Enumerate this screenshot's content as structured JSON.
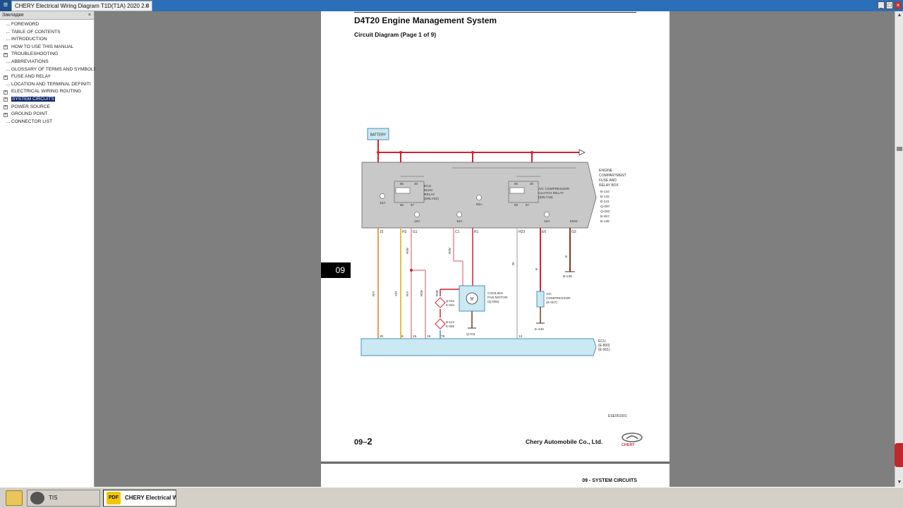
{
  "window": {
    "menu_icon": "menu-icon",
    "tab_title": "CHERY Electrical Wiring Diagram T1D(T1A) 2020 2.0",
    "tab_close": "×",
    "min": "_",
    "max": "□",
    "close": "×"
  },
  "bookmarks": {
    "header": "Закладки",
    "close": "×",
    "items": [
      {
        "label": "FOREWORD",
        "expandable": false
      },
      {
        "label": "TABLE OF CONTENTS",
        "expandable": false
      },
      {
        "label": "INTRODUCTION",
        "expandable": false
      },
      {
        "label": "HOW TO USE THIS MANUAL",
        "expandable": true
      },
      {
        "label": "TROUBLESHOOTING",
        "expandable": true
      },
      {
        "label": "ABBREVIATIONS",
        "expandable": false
      },
      {
        "label": "GLOSSARY OF TERMS AND SYMBOLS",
        "expandable": false
      },
      {
        "label": "FUSE AND RELAY",
        "expandable": true
      },
      {
        "label": "LOCATION AND TERMINAL DEFINITI",
        "expandable": false
      },
      {
        "label": "ELECTRICAL WIRING ROUTING",
        "expandable": true
      },
      {
        "label": "SYSTEM CIRCUITS",
        "expandable": true,
        "selected": true
      },
      {
        "label": "POWER SOURCE",
        "expandable": true
      },
      {
        "label": "GROUND POINT",
        "expandable": true
      },
      {
        "label": "CONNECTOR LIST",
        "expandable": false
      }
    ]
  },
  "page": {
    "title": "D4T20 Engine Management System",
    "subtitle": "Circuit Diagram (Page 1 of 9)",
    "chapter_tab": "09",
    "figure_code": "ESE001501",
    "page_prefix": "09–",
    "page_number": "2",
    "company": "Chery Automobile Co., Ltd.",
    "logo_text": "CHERY",
    "section_footer": "09 - SYSTEM CIRCUITS"
  },
  "diagram": {
    "battery": "BATTERY",
    "fuse_box": [
      "ENGINE",
      "COMPARTMENT",
      "FUSE AND",
      "RELAY BOX"
    ],
    "fuse_box_connectors": [
      "B-134",
      "B-132",
      "B-131",
      "Q-097",
      "Q-092",
      "B-357",
      "B-135"
    ],
    "ecu_relay": [
      "ECU",
      "MAIN",
      "RELAY",
      "(ERLY02)"
    ],
    "ac_relay": [
      "A/C COMPRESSOR",
      "CLUTCH RELAY",
      "(ERLY16)"
    ],
    "fuses": [
      "10A",
      "10A",
      "60A",
      "10A",
      "10A"
    ],
    "pins_bottom": [
      "J3",
      "H3",
      "G1",
      "C1",
      "R1",
      "H23",
      "E6",
      "G3"
    ],
    "relay_pins": [
      "85",
      "30",
      "86",
      "87",
      "85",
      "30",
      "86",
      "87"
    ],
    "fan_motor": [
      "COOLING",
      "FAN MOTOR",
      "(Q-005)"
    ],
    "ac_compressor": [
      "A/C",
      "COMPRESSOR",
      "(E-007)"
    ],
    "ecu": [
      "ECU",
      "(E-800)",
      "(E-901)"
    ],
    "wire_colors": [
      "R/Y",
      "Y/R",
      "R/W",
      "R/Y",
      "R/W",
      "R/W",
      "W",
      "B",
      "B",
      "R/W"
    ],
    "grounds": [
      "B-136",
      "Q-011",
      "E-440"
    ],
    "connectors_small": [
      "Q-011",
      "E-004",
      "B-113",
      "E-095"
    ],
    "ecu_pins": [
      "20",
      "8",
      "15",
      "16",
      "75",
      "12"
    ],
    "junction": "E803",
    "colors": {
      "red": "#d3212d",
      "orange": "#e8a04c",
      "yellow": "#e9c03a",
      "pink": "#e78a96",
      "lightblue": "#cbe9f2",
      "gray": "#c8c8c8"
    }
  },
  "taskbar": {
    "task1": "TIS",
    "task2": "CHERY Electrical Wi...",
    "pdf_label": "PDF"
  }
}
